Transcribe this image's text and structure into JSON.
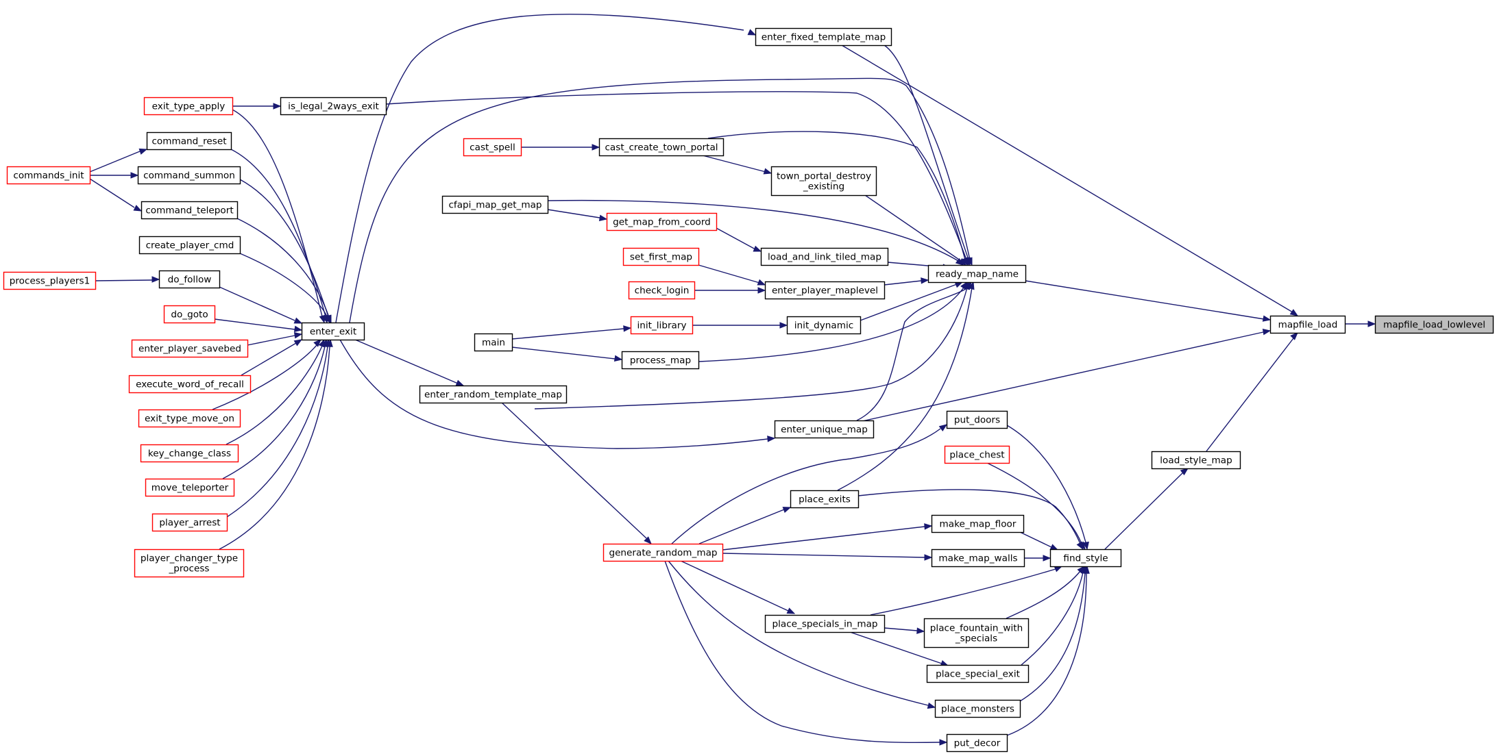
{
  "colors": {
    "edge": "#191970",
    "node_border": "#000000",
    "node_border_truncated": "#ff0000",
    "node_fill": "#ffffff",
    "root_fill": "#bfbfbf",
    "text": "#000000"
  },
  "nodes": [
    {
      "id": "mapfile_load_lowlevel",
      "lines": [
        "mapfile_load_lowlevel"
      ],
      "kind": "root"
    },
    {
      "id": "mapfile_load",
      "lines": [
        "mapfile_load"
      ],
      "kind": "normal"
    },
    {
      "id": "ready_map_name",
      "lines": [
        "ready_map_name"
      ],
      "kind": "normal"
    },
    {
      "id": "load_style_map",
      "lines": [
        "load_style_map"
      ],
      "kind": "normal"
    },
    {
      "id": "find_style",
      "lines": [
        "find_style"
      ],
      "kind": "normal"
    },
    {
      "id": "enter_fixed_template_map",
      "lines": [
        "enter_fixed_template_map"
      ],
      "kind": "normal"
    },
    {
      "id": "is_legal_2ways_exit",
      "lines": [
        "is_legal_2ways_exit"
      ],
      "kind": "normal"
    },
    {
      "id": "exit_type_apply",
      "lines": [
        "exit_type_apply"
      ],
      "kind": "truncated"
    },
    {
      "id": "cast_create_town_portal",
      "lines": [
        "cast_create_town_portal"
      ],
      "kind": "normal"
    },
    {
      "id": "cast_spell",
      "lines": [
        "cast_spell"
      ],
      "kind": "truncated"
    },
    {
      "id": "town_portal_destroy_existing",
      "lines": [
        "town_portal_destroy",
        "_existing"
      ],
      "kind": "normal"
    },
    {
      "id": "cfapi_map_get_map",
      "lines": [
        "cfapi_map_get_map"
      ],
      "kind": "normal"
    },
    {
      "id": "get_map_from_coord",
      "lines": [
        "get_map_from_coord"
      ],
      "kind": "truncated"
    },
    {
      "id": "load_and_link_tiled_map",
      "lines": [
        "load_and_link_tiled_map"
      ],
      "kind": "normal"
    },
    {
      "id": "set_first_map",
      "lines": [
        "set_first_map"
      ],
      "kind": "truncated"
    },
    {
      "id": "enter_player_maplevel",
      "lines": [
        "enter_player_maplevel"
      ],
      "kind": "normal"
    },
    {
      "id": "check_login",
      "lines": [
        "check_login"
      ],
      "kind": "truncated"
    },
    {
      "id": "init_dynamic",
      "lines": [
        "init_dynamic"
      ],
      "kind": "normal"
    },
    {
      "id": "init_library",
      "lines": [
        "init_library"
      ],
      "kind": "truncated"
    },
    {
      "id": "main",
      "lines": [
        "main"
      ],
      "kind": "normal"
    },
    {
      "id": "process_map",
      "lines": [
        "process_map"
      ],
      "kind": "normal"
    },
    {
      "id": "enter_random_template_map",
      "lines": [
        "enter_random_template_map"
      ],
      "kind": "normal"
    },
    {
      "id": "enter_unique_map",
      "lines": [
        "enter_unique_map"
      ],
      "kind": "normal"
    },
    {
      "id": "enter_exit",
      "lines": [
        "enter_exit"
      ],
      "kind": "normal"
    },
    {
      "id": "command_reset",
      "lines": [
        "command_reset"
      ],
      "kind": "normal"
    },
    {
      "id": "command_summon",
      "lines": [
        "command_summon"
      ],
      "kind": "normal"
    },
    {
      "id": "command_teleport",
      "lines": [
        "command_teleport"
      ],
      "kind": "normal"
    },
    {
      "id": "commands_init",
      "lines": [
        "commands_init"
      ],
      "kind": "truncated"
    },
    {
      "id": "create_player_cmd",
      "lines": [
        "create_player_cmd"
      ],
      "kind": "normal"
    },
    {
      "id": "do_follow",
      "lines": [
        "do_follow"
      ],
      "kind": "normal"
    },
    {
      "id": "process_players1",
      "lines": [
        "process_players1"
      ],
      "kind": "truncated"
    },
    {
      "id": "do_goto",
      "lines": [
        "do_goto"
      ],
      "kind": "truncated"
    },
    {
      "id": "enter_player_savebed",
      "lines": [
        "enter_player_savebed"
      ],
      "kind": "truncated"
    },
    {
      "id": "execute_word_of_recall",
      "lines": [
        "execute_word_of_recall"
      ],
      "kind": "truncated"
    },
    {
      "id": "exit_type_move_on",
      "lines": [
        "exit_type_move_on"
      ],
      "kind": "truncated"
    },
    {
      "id": "key_change_class",
      "lines": [
        "key_change_class"
      ],
      "kind": "truncated"
    },
    {
      "id": "move_teleporter",
      "lines": [
        "move_teleporter"
      ],
      "kind": "truncated"
    },
    {
      "id": "player_arrest",
      "lines": [
        "player_arrest"
      ],
      "kind": "truncated"
    },
    {
      "id": "player_changer_type_process",
      "lines": [
        "player_changer_type",
        "_process"
      ],
      "kind": "truncated"
    },
    {
      "id": "put_doors",
      "lines": [
        "put_doors"
      ],
      "kind": "normal"
    },
    {
      "id": "place_chest",
      "lines": [
        "place_chest"
      ],
      "kind": "truncated"
    },
    {
      "id": "place_exits",
      "lines": [
        "place_exits"
      ],
      "kind": "normal"
    },
    {
      "id": "make_map_floor",
      "lines": [
        "make_map_floor"
      ],
      "kind": "normal"
    },
    {
      "id": "make_map_walls",
      "lines": [
        "make_map_walls"
      ],
      "kind": "normal"
    },
    {
      "id": "generate_random_map",
      "lines": [
        "generate_random_map"
      ],
      "kind": "truncated"
    },
    {
      "id": "place_specials_in_map",
      "lines": [
        "place_specials_in_map"
      ],
      "kind": "normal"
    },
    {
      "id": "place_fountain_with_specials",
      "lines": [
        "place_fountain_with",
        "_specials"
      ],
      "kind": "normal"
    },
    {
      "id": "place_special_exit",
      "lines": [
        "place_special_exit"
      ],
      "kind": "normal"
    },
    {
      "id": "place_monsters",
      "lines": [
        "place_monsters"
      ],
      "kind": "normal"
    },
    {
      "id": "put_decor",
      "lines": [
        "put_decor"
      ],
      "kind": "normal"
    }
  ],
  "edges": [
    {
      "from": "mapfile_load",
      "to": "mapfile_load_lowlevel"
    },
    {
      "from": "ready_map_name",
      "to": "mapfile_load"
    },
    {
      "from": "enter_fixed_template_map",
      "to": "mapfile_load"
    },
    {
      "from": "enter_random_template_map",
      "to": "mapfile_load"
    },
    {
      "from": "load_style_map",
      "to": "mapfile_load"
    },
    {
      "from": "find_style",
      "to": "load_style_map"
    },
    {
      "from": "enter_fixed_template_map",
      "to": "ready_map_name"
    },
    {
      "from": "is_legal_2ways_exit",
      "to": "ready_map_name"
    },
    {
      "from": "cast_create_town_portal",
      "to": "ready_map_name"
    },
    {
      "from": "town_portal_destroy_existing",
      "to": "ready_map_name"
    },
    {
      "from": "cfapi_map_get_map",
      "to": "ready_map_name"
    },
    {
      "from": "load_and_link_tiled_map",
      "to": "ready_map_name"
    },
    {
      "from": "enter_player_maplevel",
      "to": "ready_map_name"
    },
    {
      "from": "init_dynamic",
      "to": "ready_map_name"
    },
    {
      "from": "process_map",
      "to": "ready_map_name"
    },
    {
      "from": "enter_random_template_map",
      "to": "ready_map_name"
    },
    {
      "from": "enter_unique_map",
      "to": "ready_map_name"
    },
    {
      "from": "place_exits",
      "to": "ready_map_name"
    },
    {
      "from": "enter_exit",
      "to": "ready_map_name"
    },
    {
      "from": "enter_exit",
      "to": "enter_fixed_template_map"
    },
    {
      "from": "exit_type_apply",
      "to": "is_legal_2ways_exit"
    },
    {
      "from": "cast_spell",
      "to": "cast_create_town_portal"
    },
    {
      "from": "cast_create_town_portal",
      "to": "town_portal_destroy_existing"
    },
    {
      "from": "cfapi_map_get_map",
      "to": "get_map_from_coord"
    },
    {
      "from": "get_map_from_coord",
      "to": "load_and_link_tiled_map"
    },
    {
      "from": "set_first_map",
      "to": "enter_player_maplevel"
    },
    {
      "from": "check_login",
      "to": "enter_player_maplevel"
    },
    {
      "from": "init_library",
      "to": "init_dynamic"
    },
    {
      "from": "main",
      "to": "init_library"
    },
    {
      "from": "main",
      "to": "process_map"
    },
    {
      "from": "enter_exit",
      "to": "enter_random_template_map"
    },
    {
      "from": "enter_exit",
      "to": "enter_unique_map"
    },
    {
      "from": "exit_type_apply",
      "to": "enter_exit"
    },
    {
      "from": "command_reset",
      "to": "enter_exit"
    },
    {
      "from": "command_summon",
      "to": "enter_exit"
    },
    {
      "from": "command_teleport",
      "to": "enter_exit"
    },
    {
      "from": "create_player_cmd",
      "to": "enter_exit"
    },
    {
      "from": "do_follow",
      "to": "enter_exit"
    },
    {
      "from": "do_goto",
      "to": "enter_exit"
    },
    {
      "from": "enter_player_savebed",
      "to": "enter_exit"
    },
    {
      "from": "execute_word_of_recall",
      "to": "enter_exit"
    },
    {
      "from": "exit_type_move_on",
      "to": "enter_exit"
    },
    {
      "from": "key_change_class",
      "to": "enter_exit"
    },
    {
      "from": "move_teleporter",
      "to": "enter_exit"
    },
    {
      "from": "player_arrest",
      "to": "enter_exit"
    },
    {
      "from": "player_changer_type_process",
      "to": "enter_exit"
    },
    {
      "from": "commands_init",
      "to": "command_reset"
    },
    {
      "from": "commands_init",
      "to": "command_summon"
    },
    {
      "from": "commands_init",
      "to": "command_teleport"
    },
    {
      "from": "process_players1",
      "to": "do_follow"
    },
    {
      "from": "enter_random_template_map",
      "to": "generate_random_map"
    },
    {
      "from": "generate_random_map",
      "to": "put_doors"
    },
    {
      "from": "generate_random_map",
      "to": "place_exits"
    },
    {
      "from": "generate_random_map",
      "to": "make_map_floor"
    },
    {
      "from": "generate_random_map",
      "to": "make_map_walls"
    },
    {
      "from": "generate_random_map",
      "to": "place_specials_in_map"
    },
    {
      "from": "generate_random_map",
      "to": "place_monsters"
    },
    {
      "from": "generate_random_map",
      "to": "put_decor"
    },
    {
      "from": "place_specials_in_map",
      "to": "place_fountain_with_specials"
    },
    {
      "from": "place_specials_in_map",
      "to": "place_special_exit"
    },
    {
      "from": "put_doors",
      "to": "find_style"
    },
    {
      "from": "place_chest",
      "to": "find_style"
    },
    {
      "from": "place_exits",
      "to": "find_style"
    },
    {
      "from": "make_map_floor",
      "to": "find_style"
    },
    {
      "from": "make_map_walls",
      "to": "find_style"
    },
    {
      "from": "place_specials_in_map",
      "to": "find_style"
    },
    {
      "from": "place_fountain_with_specials",
      "to": "find_style"
    },
    {
      "from": "place_special_exit",
      "to": "find_style"
    },
    {
      "from": "place_monsters",
      "to": "find_style"
    },
    {
      "from": "put_decor",
      "to": "find_style"
    }
  ]
}
